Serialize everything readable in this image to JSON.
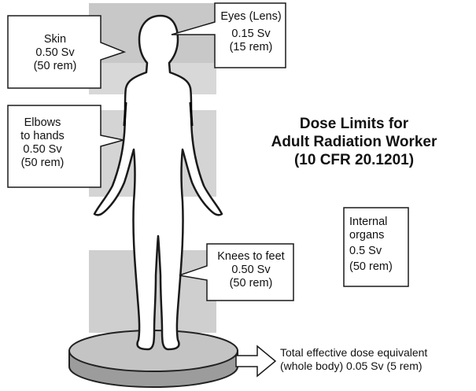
{
  "title": {
    "line1": "Dose Limits for",
    "line2": "Adult Radiation Worker",
    "line3": "(10 CFR 20.1201)"
  },
  "callouts": {
    "skin": {
      "name": "Skin",
      "sv": "0.50 Sv",
      "rem": "(50 rem)"
    },
    "eyes": {
      "name": "Eyes (Lens)",
      "sv": "0.15 Sv",
      "rem": "(15 rem)"
    },
    "elbows": {
      "name_line1": "Elbows",
      "name_line2": "to hands",
      "sv": "0.50 Sv",
      "rem": "(50 rem)"
    },
    "knees": {
      "name": "Knees to feet",
      "sv": "0.50 Sv",
      "rem": "(50 rem)"
    },
    "internal": {
      "name_line1": "Internal",
      "name_line2": "organs",
      "sv": "0.5 Sv",
      "rem": "(50 rem)"
    },
    "total": {
      "line1": "Total effective dose equivalent",
      "line2": "(whole body) 0.05 Sv (5 rem)"
    }
  }
}
